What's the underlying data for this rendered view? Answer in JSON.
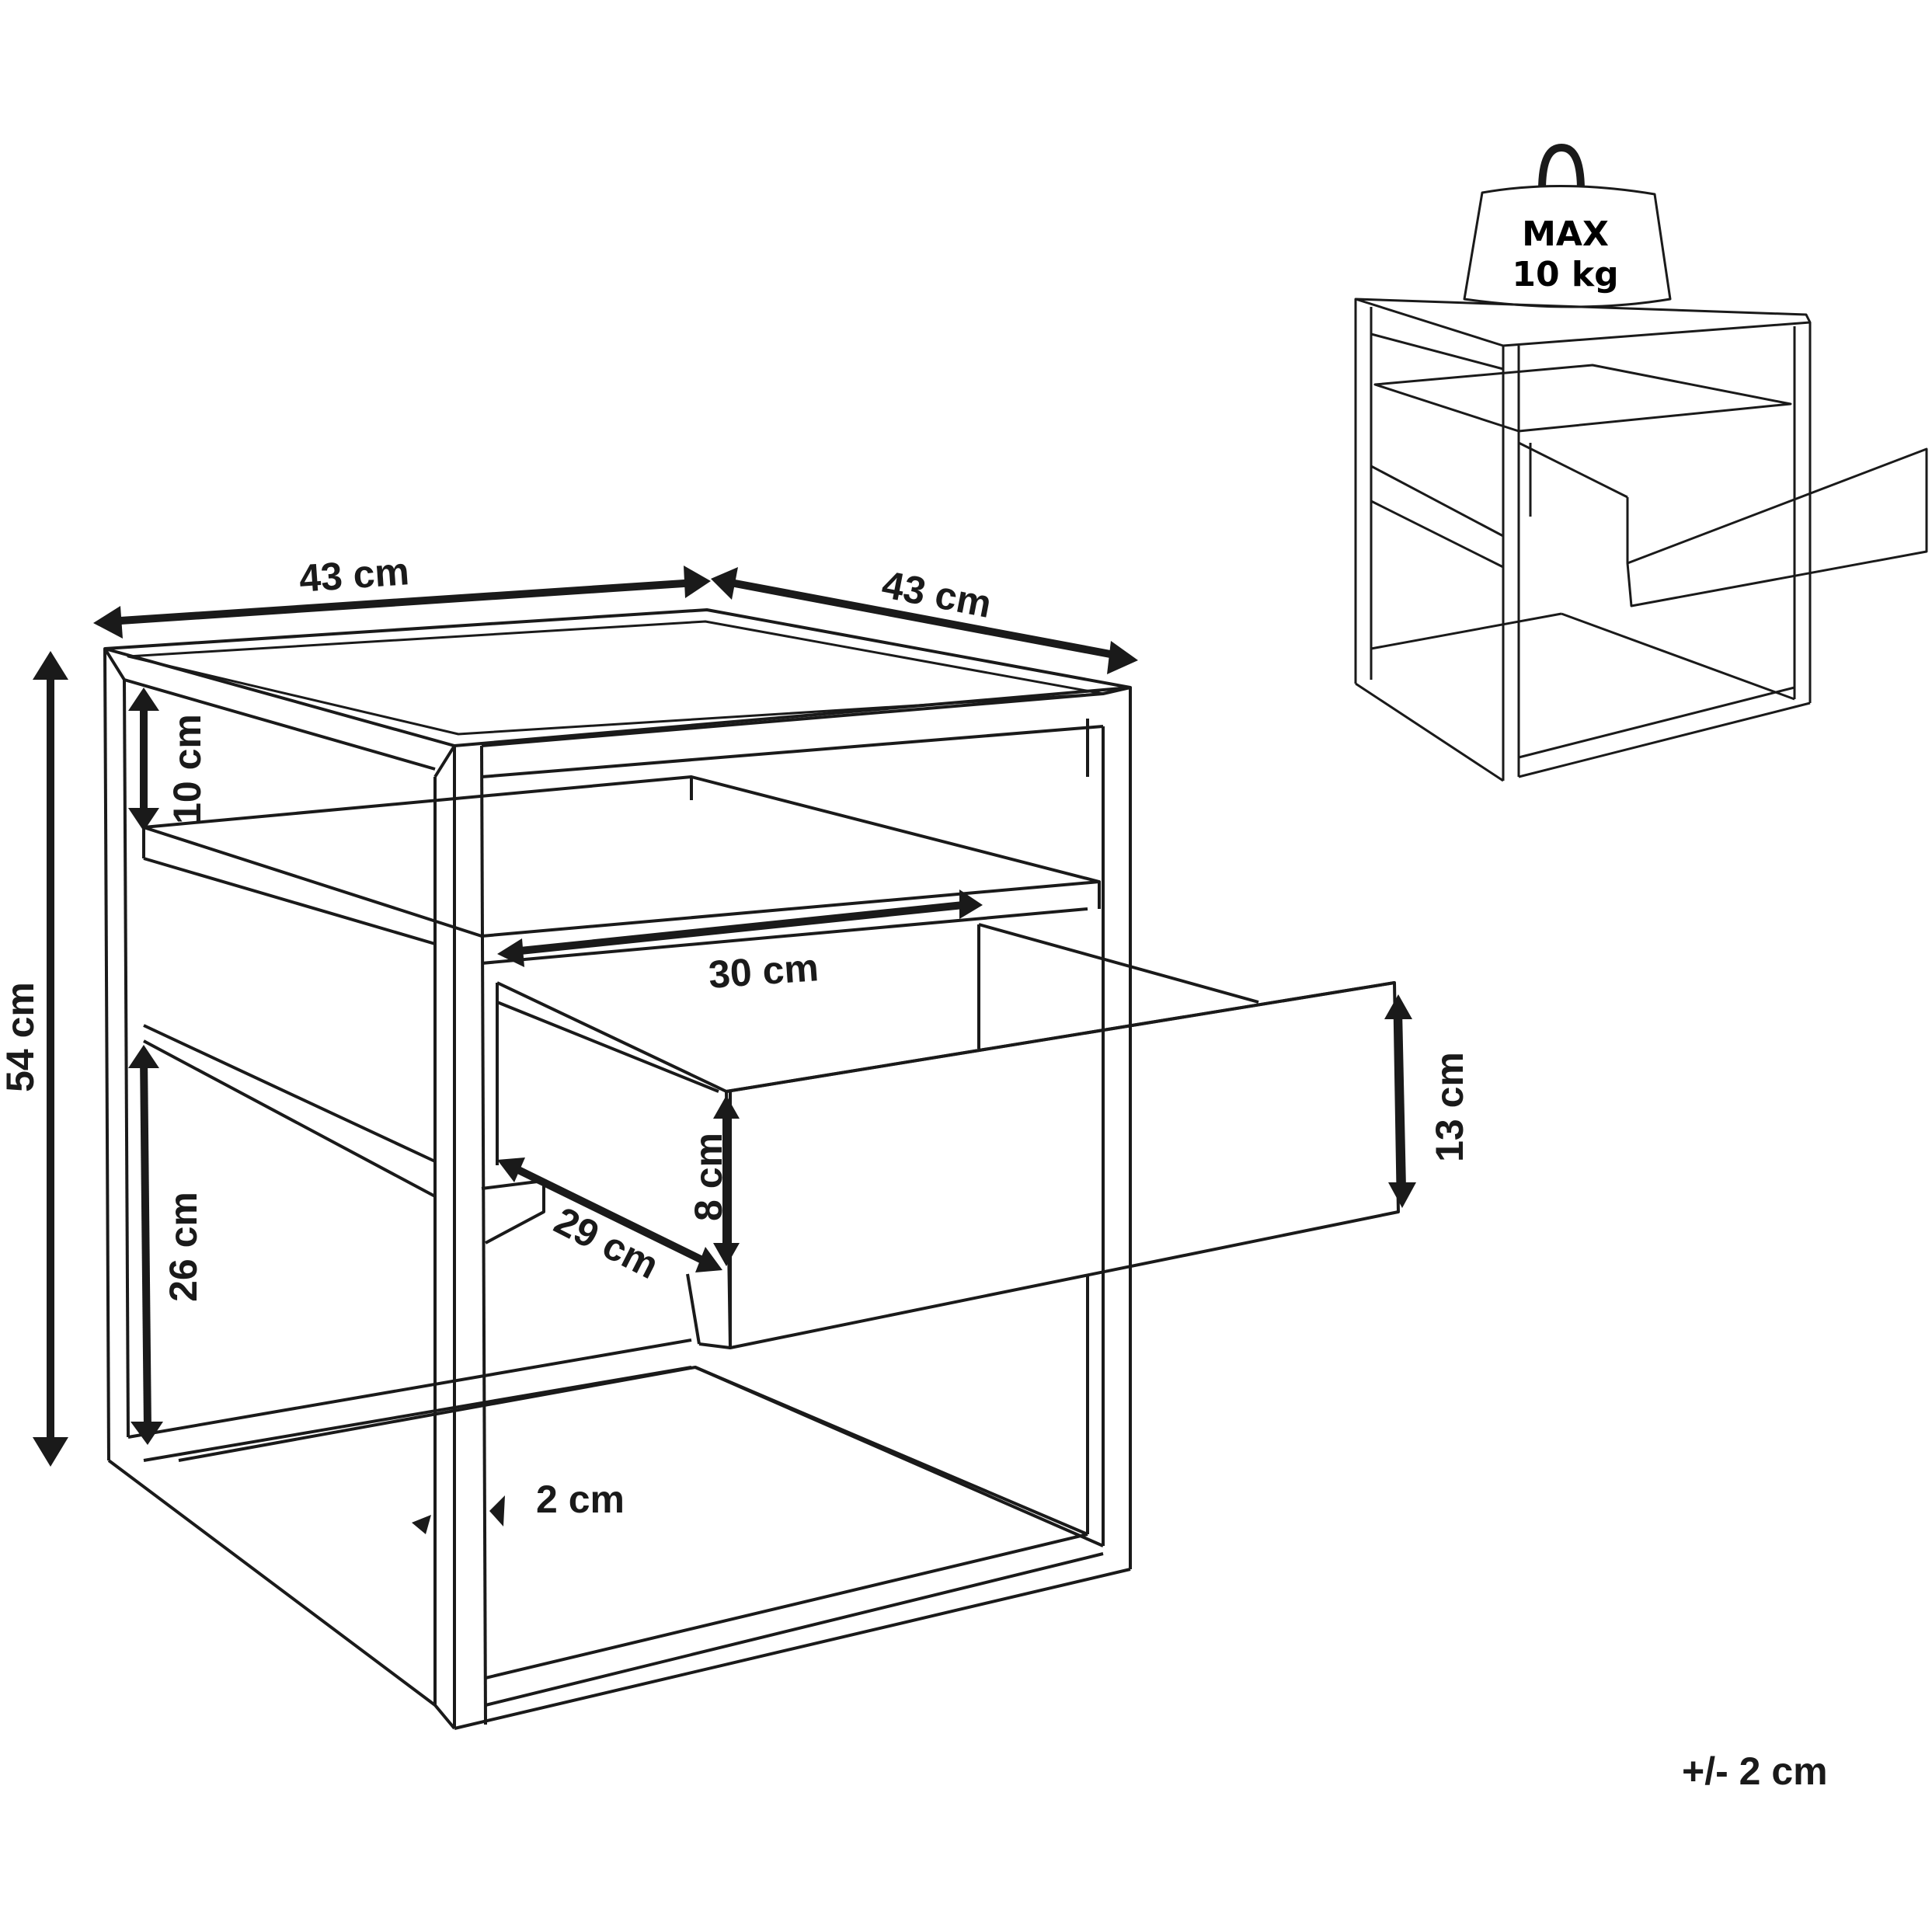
{
  "diagram": {
    "type": "product-dimension-drawing",
    "subject": "bedside table with metal frame, shelf and open drawer",
    "colors": {
      "line": "#1a1a1a",
      "background": "#ffffff"
    },
    "dimensions": {
      "top_width": "43 cm",
      "top_depth": "43 cm",
      "total_height": "54 cm",
      "top_to_shelf": "10 cm",
      "lower_opening": "26 cm",
      "drawer_inner_width": "30 cm",
      "drawer_depth": "29 cm",
      "drawer_inner_height": "8 cm",
      "drawer_front_height": "13 cm",
      "frame_thickness": "2 cm"
    },
    "load_badge": {
      "icon": "weight-icon",
      "line1": "MAX",
      "line2": "10 kg"
    },
    "tolerance_note": "+/- 2 cm"
  }
}
